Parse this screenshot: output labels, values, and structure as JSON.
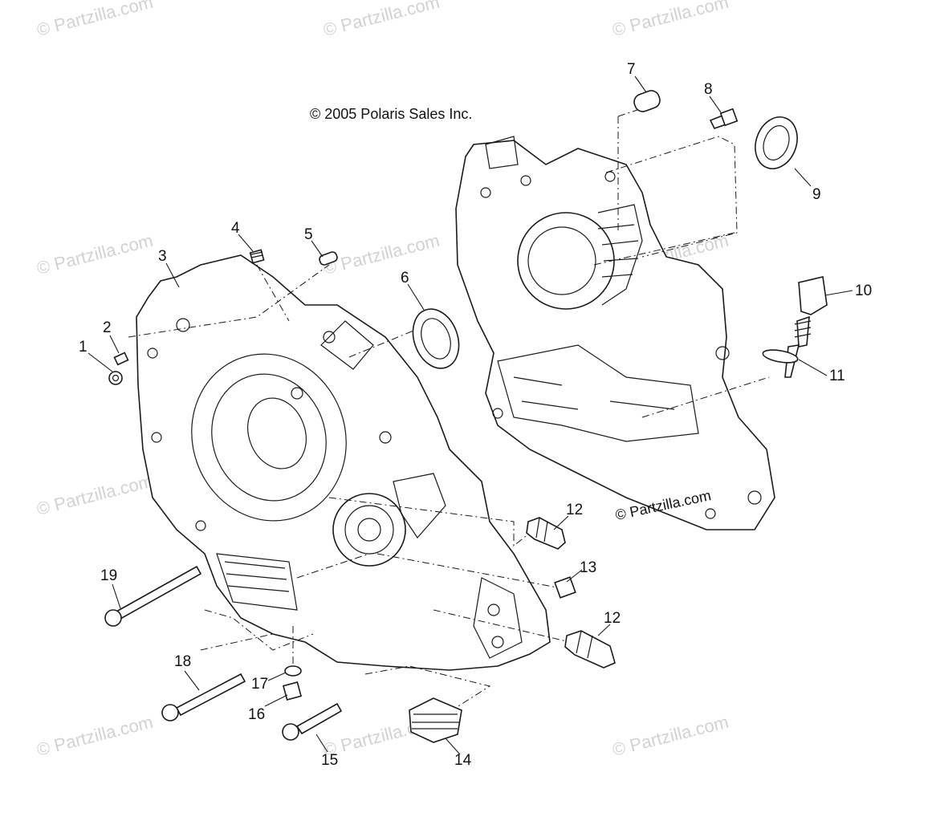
{
  "copyright": "© 2005 Polaris Sales Inc.",
  "watermark": "© Partzilla.com",
  "callouts": [
    "1",
    "2",
    "3",
    "4",
    "5",
    "6",
    "7",
    "8",
    "9",
    "10",
    "11",
    "12",
    "13",
    "12",
    "14",
    "15",
    "16",
    "17",
    "18",
    "19"
  ],
  "colors": {
    "line": "#1a1a1a",
    "watermark": "#d2d2d2",
    "background": "#ffffff"
  }
}
